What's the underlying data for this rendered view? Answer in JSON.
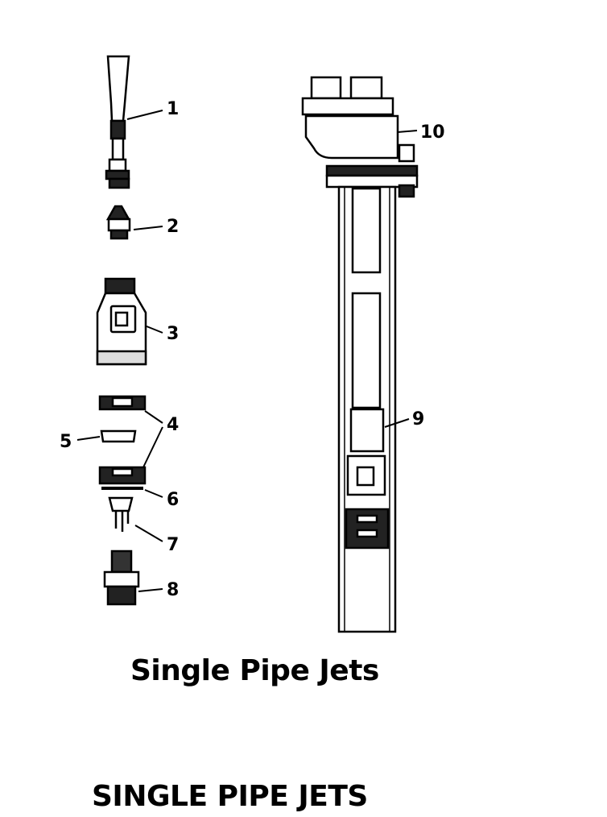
{
  "diagram": {
    "title": "Single Pipe Jets",
    "footer_title": "SINGLE PIPE JETS",
    "callouts": [
      "1",
      "2",
      "3",
      "4",
      "5",
      "6",
      "7",
      "8",
      "9",
      "10"
    ]
  }
}
